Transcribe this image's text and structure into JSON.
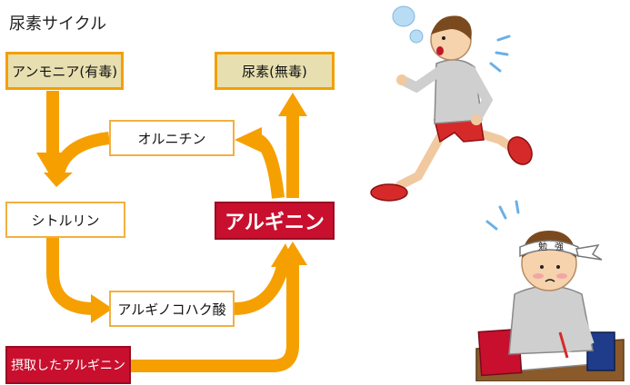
{
  "title": "尿素サイクル",
  "nodes": {
    "ammonia": "アンモニア(有毒)",
    "urea": "尿素(無毒)",
    "ornithine": "オルニチン",
    "citrulline": "シトルリン",
    "arginine": "アルギニン",
    "argininosuccinic": "アルギノコハク酸",
    "intake": "摂取したアルギニン"
  },
  "icons": {
    "runner": "running-boy-illustration",
    "student": "studying-boy-illustration"
  },
  "headband_text": [
    "勉",
    "強"
  ],
  "colors": {
    "arrow": "#f5a000",
    "box_border": "#f2a000",
    "box_fill_tan": "#e8dfb0",
    "arginine_fill": "#c8102e"
  }
}
